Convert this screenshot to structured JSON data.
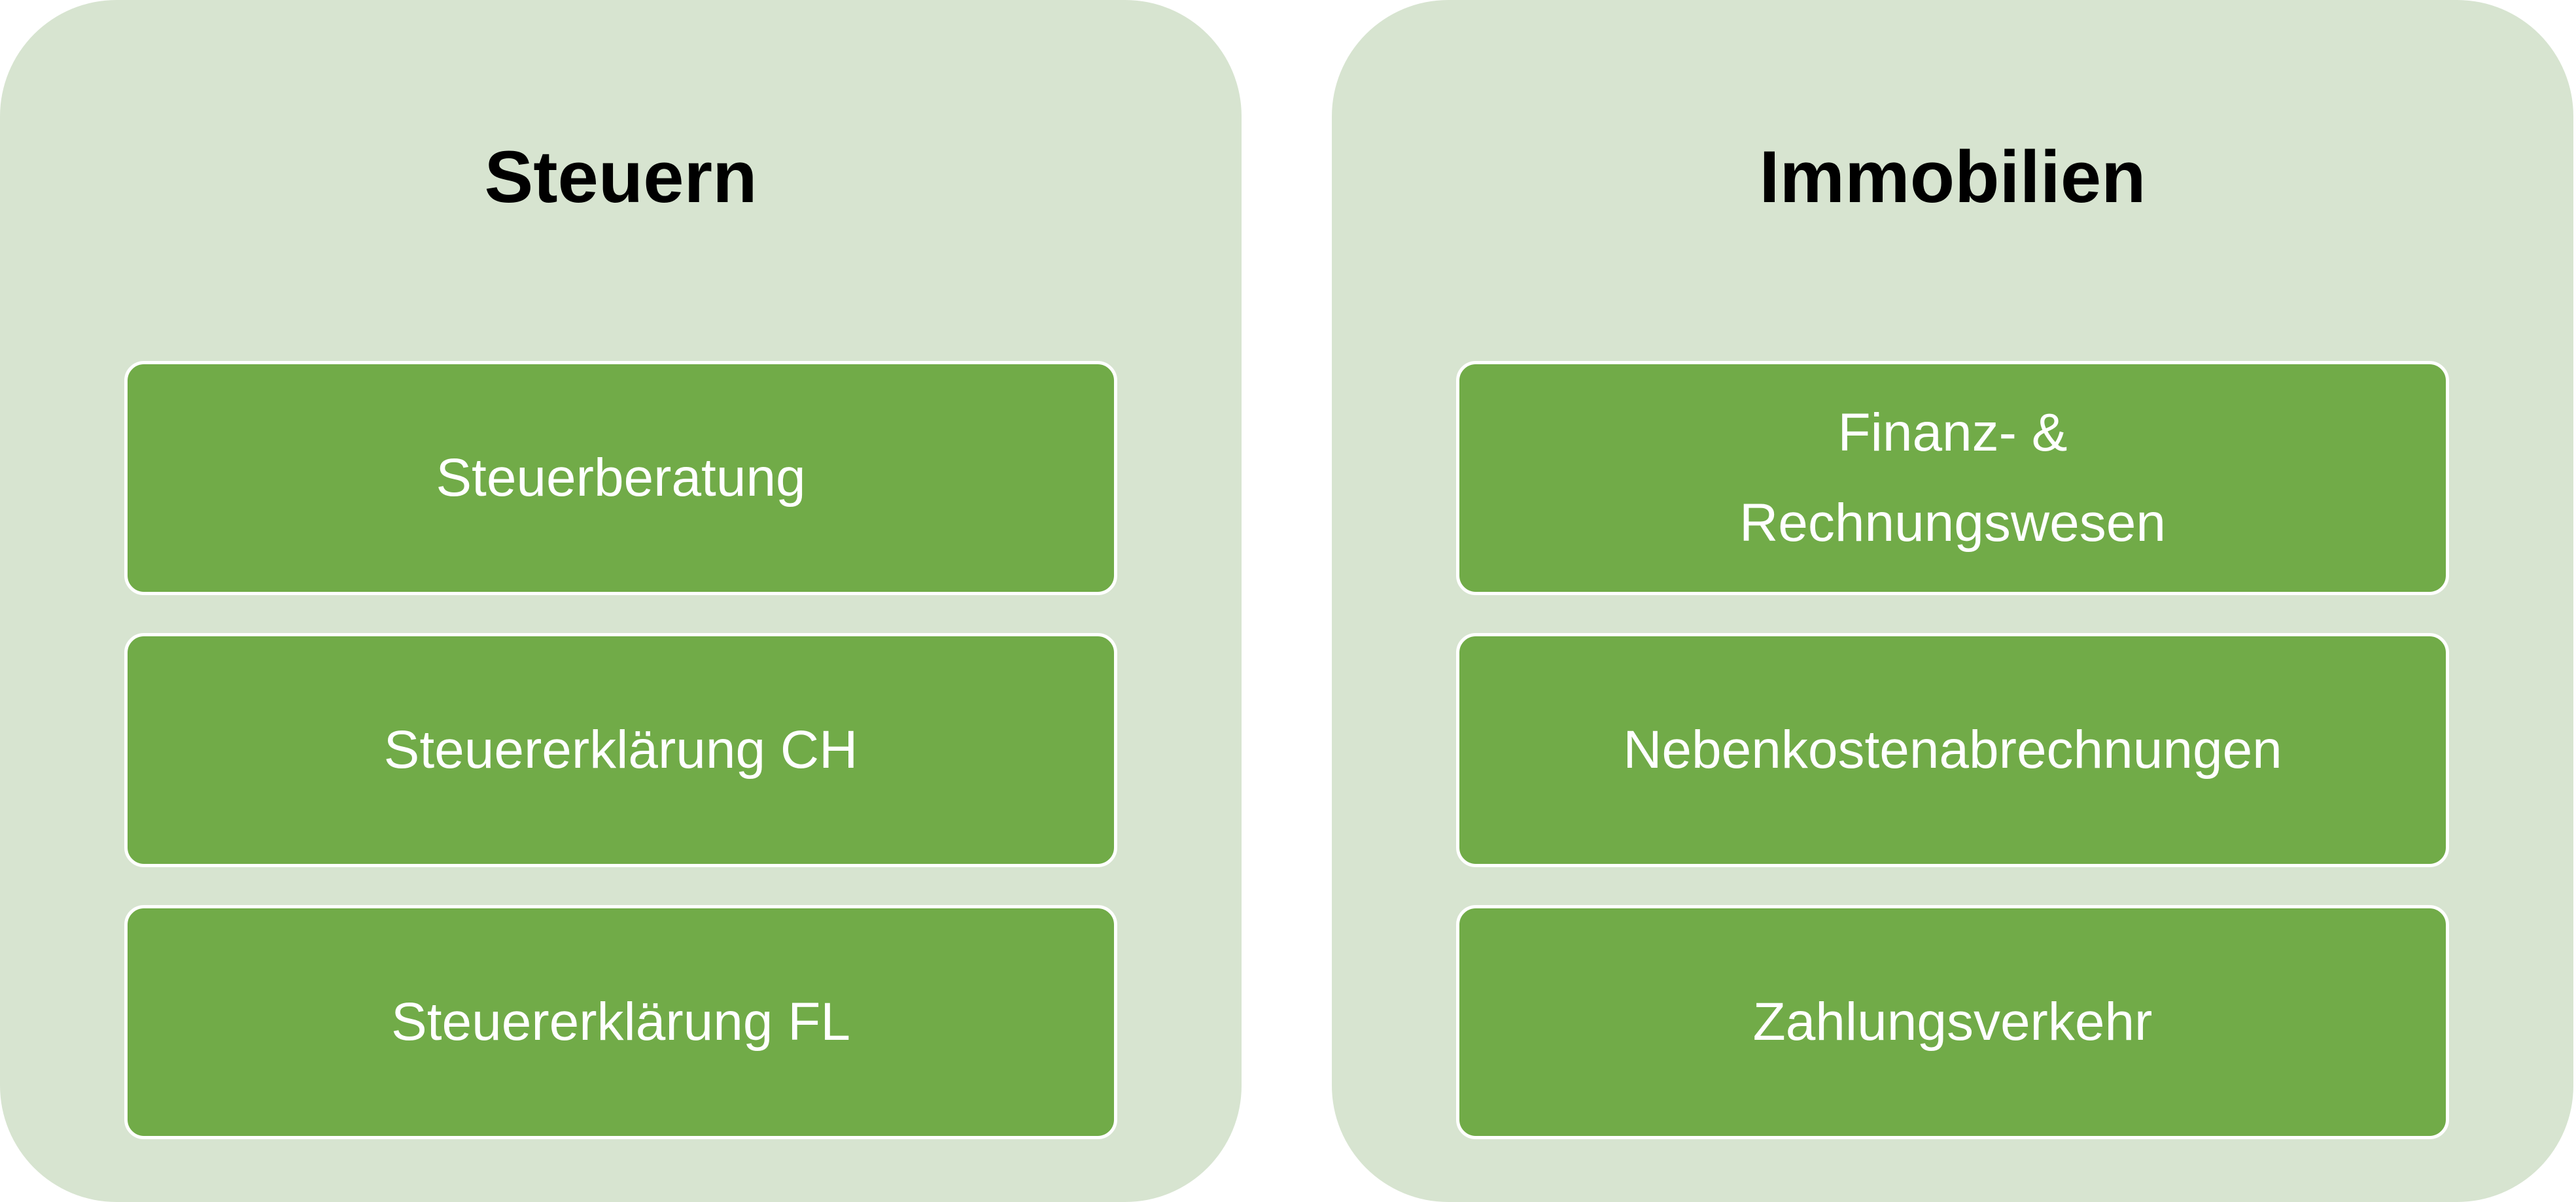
{
  "colors": {
    "panel_background": "#d7e4d0",
    "item_background": "#71ab48",
    "item_border": "#ffffff",
    "item_text": "#ffffff",
    "title_text": "#000000"
  },
  "panels": [
    {
      "title": "Steuern",
      "items": [
        {
          "label": "Steuerberatung"
        },
        {
          "label": "Steuererklärung CH"
        },
        {
          "label": "Steuererklärung FL"
        }
      ]
    },
    {
      "title": "Immobilien",
      "items": [
        {
          "label": "Finanz- &\nRechnungswesen"
        },
        {
          "label": "Nebenkostenabrechnungen"
        },
        {
          "label": "Zahlungsverkehr"
        }
      ]
    }
  ]
}
